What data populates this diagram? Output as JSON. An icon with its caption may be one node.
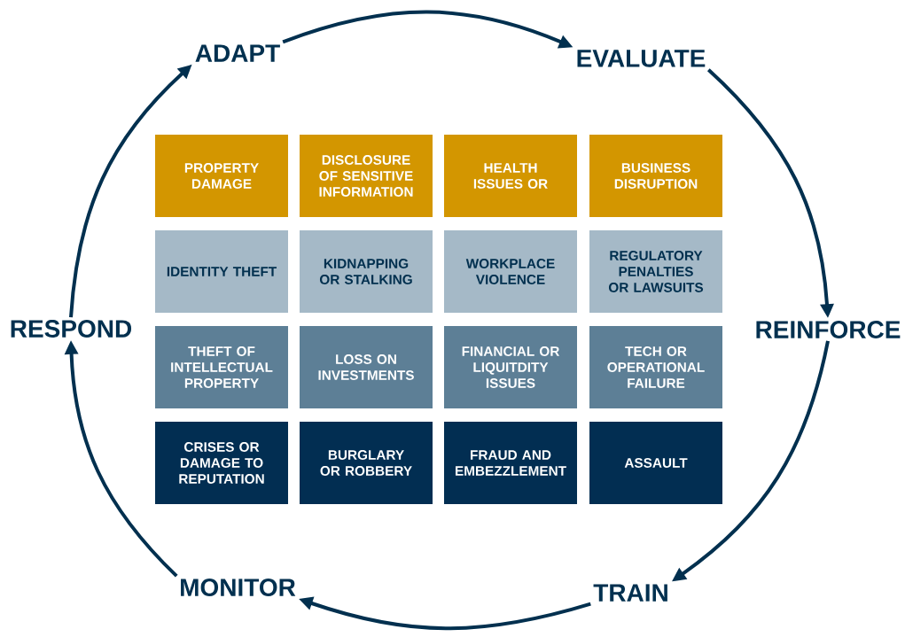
{
  "diagram": {
    "nodes": [
      {
        "text": [
          "ADAPT"
        ]
      },
      {
        "text": [
          "EVALUATE"
        ]
      },
      {
        "text": [
          "REINFORCE"
        ]
      },
      {
        "text": [
          "TRAIN"
        ]
      },
      {
        "text": [
          "MONITOR"
        ]
      },
      {
        "text": [
          "RESPOND"
        ]
      },
      {
        "text": [
          "PROPERTY DAMAGE"
        ]
      },
      {
        "text": [
          "DISCLOSURE OF SENSITIVE INFORMATION"
        ]
      },
      {
        "text": [
          "HEALTH ISSUES OR"
        ]
      },
      {
        "text": [
          "BUSINESS DISRUPTION"
        ]
      },
      {
        "text": [
          "IDENTITY THEFT"
        ]
      },
      {
        "text": [
          "KIDNAPPING OR STALKING"
        ]
      },
      {
        "text": [
          "WORKPLACE VIOLENCE"
        ]
      },
      {
        "text": [
          "REGULATORY PENALTIES OR LAWSUITS"
        ]
      },
      {
        "text": [
          "THEFT OF INTELLECTUAL PROPERTY"
        ]
      },
      {
        "text": [
          "LOSS ON INVESTMENTS"
        ]
      },
      {
        "text": [
          "FINANCIAL OR LIQUITDITY ISSUES"
        ]
      },
      {
        "text": [
          "TECH OR OPERATIONAL FAILURE"
        ]
      },
      {
        "text": [
          "CRISES OR DAMAGE TO REPUTATION"
        ]
      },
      {
        "text": [
          "BURGLARY OR ROBBERY"
        ]
      },
      {
        "text": [
          "FRAUD AND EMBEZZLEMENT"
        ]
      },
      {
        "text": [
          "ASSAULT"
        ]
      }
    ],
    "edges": [
      {
        "from": 0,
        "to": 1,
        "arrow": "to"
      },
      {
        "from": 1,
        "to": 2,
        "arrow": "to"
      },
      {
        "from": 2,
        "to": 3,
        "arrow": "to"
      },
      {
        "from": 3,
        "to": 4,
        "arrow": "to"
      },
      {
        "from": 4,
        "to": 5,
        "arrow": "to"
      },
      {
        "from": 5,
        "to": 0,
        "arrow": "to"
      }
    ]
  }
}
